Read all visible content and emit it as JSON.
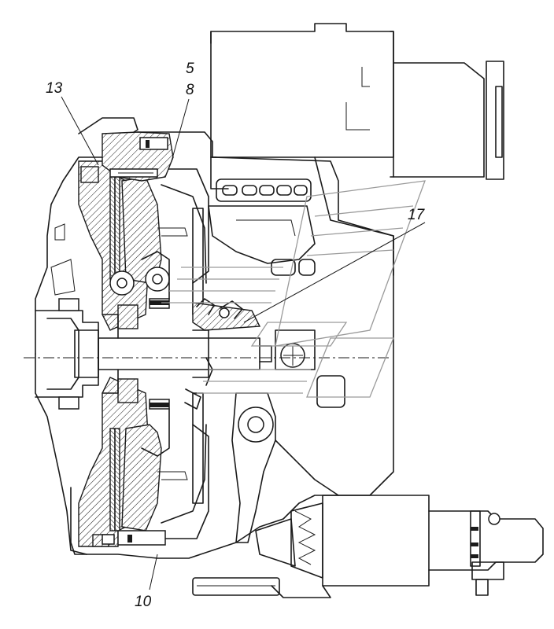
{
  "diagram": {
    "callouts": [
      {
        "id": "c13",
        "text": "13"
      },
      {
        "id": "c5",
        "text": "5"
      },
      {
        "id": "c8",
        "text": "8"
      },
      {
        "id": "c17",
        "text": "17"
      },
      {
        "id": "c10",
        "text": "10"
      }
    ]
  },
  "colors": {
    "line": "#1a1a1a",
    "background": "#ffffff",
    "watermark": "#9a9a9a"
  }
}
